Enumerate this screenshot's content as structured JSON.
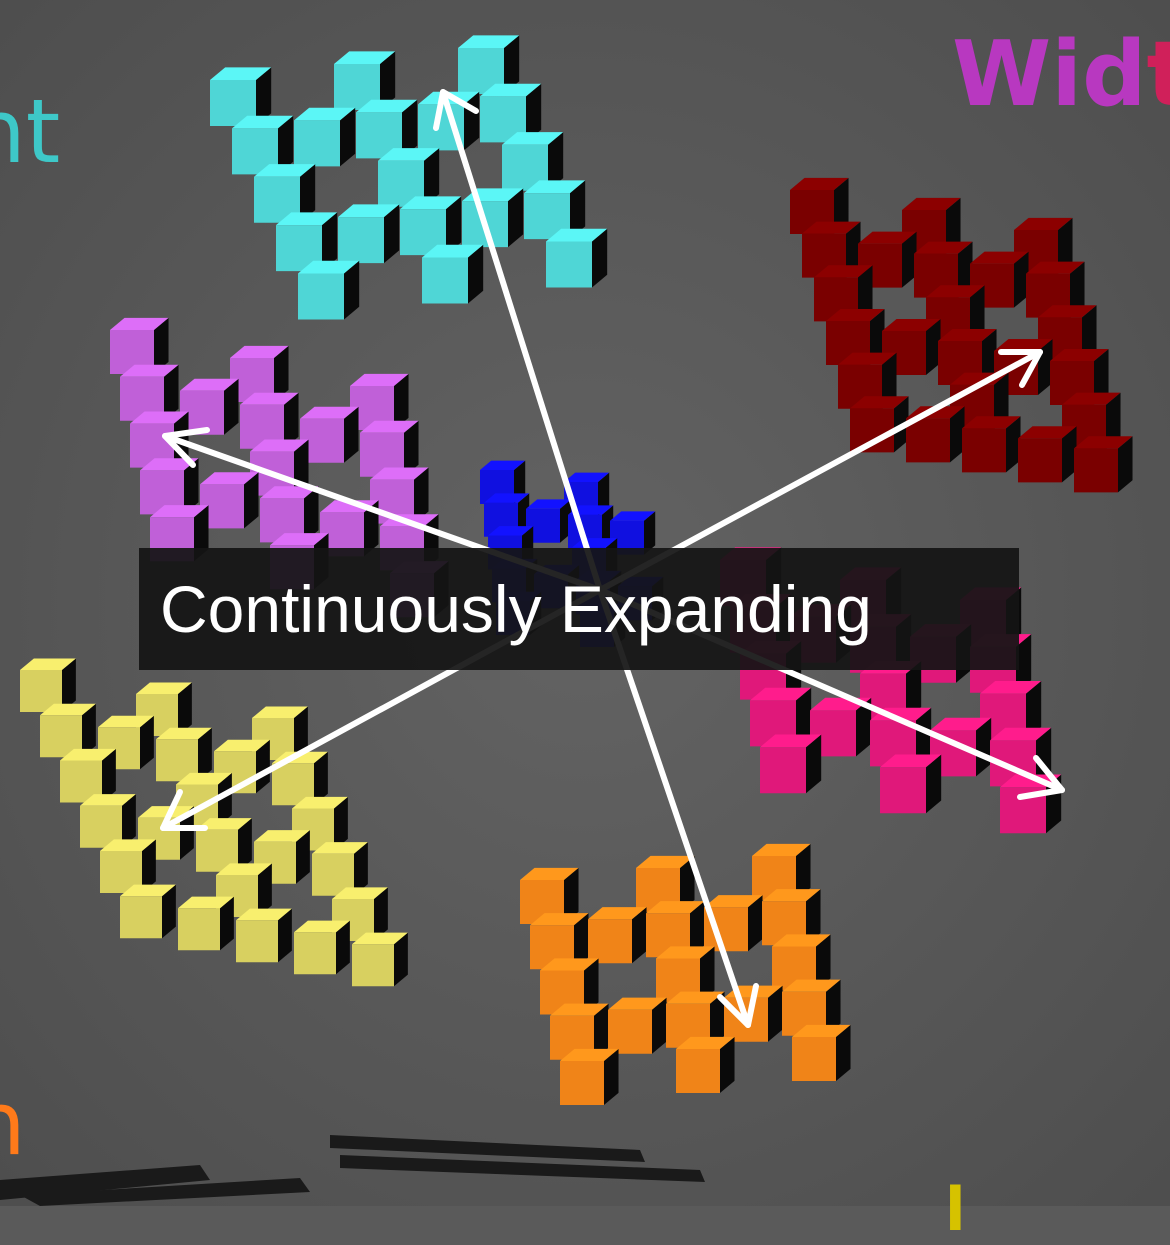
{
  "labels": {
    "height": "nt",
    "width_a": "Wid",
    "width_b": "t",
    "depth": "h",
    "bottom": "l"
  },
  "caption": "Continuously Expanding",
  "colors": {
    "background": "#5a5a5a",
    "cyan": "#4fd6d6",
    "dark_red": "#7a0000",
    "violet": "#c060d8",
    "blue": "#1010e0",
    "magenta": "#e0187a",
    "yellow": "#d8d060",
    "orange": "#f08418",
    "arrow": "#ffffff",
    "width_label_a": "#b838c0",
    "width_label_b": "#d0205a"
  },
  "icons": [
    "arrow-head-icon"
  ]
}
